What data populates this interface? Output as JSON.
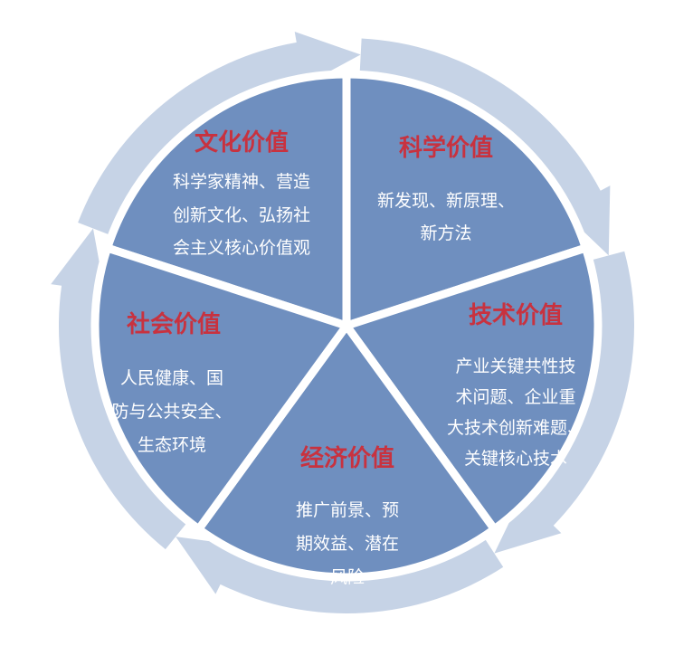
{
  "colors": {
    "ring": "#c6d3e6",
    "segment": "#6f8fbf",
    "title": "#c8323f",
    "text": "#ffffff"
  },
  "segments": [
    {
      "title": "文化价值",
      "lines": [
        "科学家精神、营造",
        "创新文化、弘扬社",
        "会主义核心价值观"
      ]
    },
    {
      "title": "科学价值",
      "lines": [
        "新发现、新原理、",
        "新方法"
      ]
    },
    {
      "title": "技术价值",
      "lines": [
        "产业关键共性技",
        "术问题、企业重",
        "大技术创新难题、",
        "关键核心技术"
      ]
    },
    {
      "title": "经济价值",
      "lines": [
        "推广前景、预",
        "期效益、潜在",
        "风险"
      ]
    },
    {
      "title": "社会价值",
      "lines": [
        "人民健康、国",
        "防与公共安全、",
        "生态环境"
      ]
    }
  ]
}
